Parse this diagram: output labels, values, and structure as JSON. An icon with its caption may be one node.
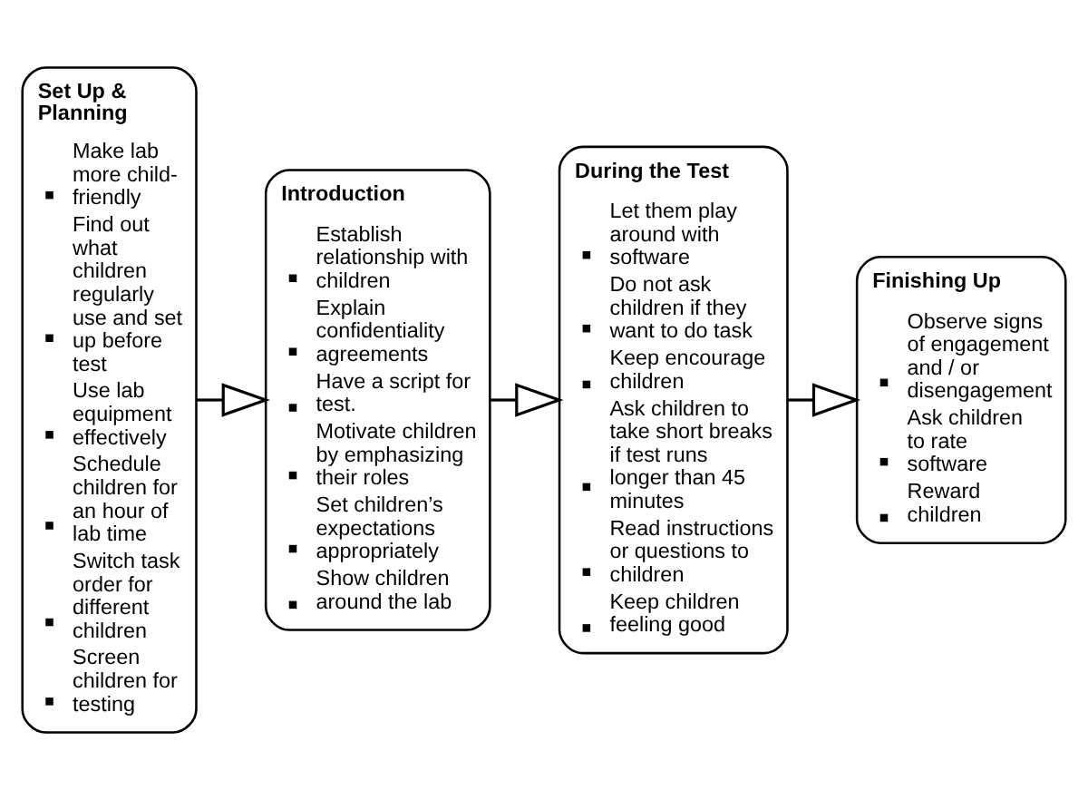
{
  "diagram": {
    "nodes": [
      {
        "text": [
          "Set Up & Planning",
          "Make lab more child-friendly",
          "Find out what children regularly use and set up before test",
          "Use lab equipment effectively",
          "Schedule children for an hour of lab time",
          "Switch task order for different children",
          "Screen children for testing"
        ]
      },
      {
        "text": [
          "Introduction",
          "Establish relationship with children",
          "Explain confidentiality agreements",
          "Have a script for test.",
          "Motivate children by emphasizing their roles",
          "Set children’s expectations appropriately",
          "Show children around the lab"
        ]
      },
      {
        "text": [
          "During the Test",
          "Let them play around with software",
          "Do not ask children if they want to do task",
          "Keep encourage children",
          "Ask children to take short breaks if test runs longer than 45 minutes",
          "Read instructions or questions to children",
          "Keep children feeling good"
        ]
      },
      {
        "text": [
          "Finishing Up",
          "Observe signs of engagement and / or disengagement",
          "Ask children to rate software",
          "Reward children"
        ]
      }
    ],
    "edges": [
      {
        "from": 0,
        "to": 1,
        "arrow": "to"
      },
      {
        "from": 1,
        "to": 2,
        "arrow": "to"
      },
      {
        "from": 2,
        "to": 3,
        "arrow": "to"
      }
    ]
  }
}
